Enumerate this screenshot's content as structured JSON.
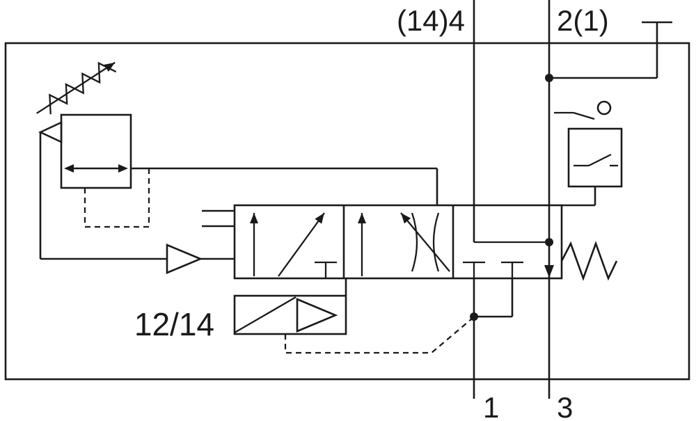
{
  "colors": {
    "line": "#1a1a1a",
    "background": "#ffffff"
  },
  "labels": {
    "port_top": "(14)4",
    "port_top_right": "2(1)",
    "port_bottom_left": "1",
    "port_bottom_right": "3",
    "pilot": "12/14"
  },
  "symbols": [
    "pressure-regulator-adjustable",
    "pilot-operated-valve",
    "variable-throttle",
    "solenoid-pilot",
    "return-spring",
    "electrical-switch"
  ]
}
